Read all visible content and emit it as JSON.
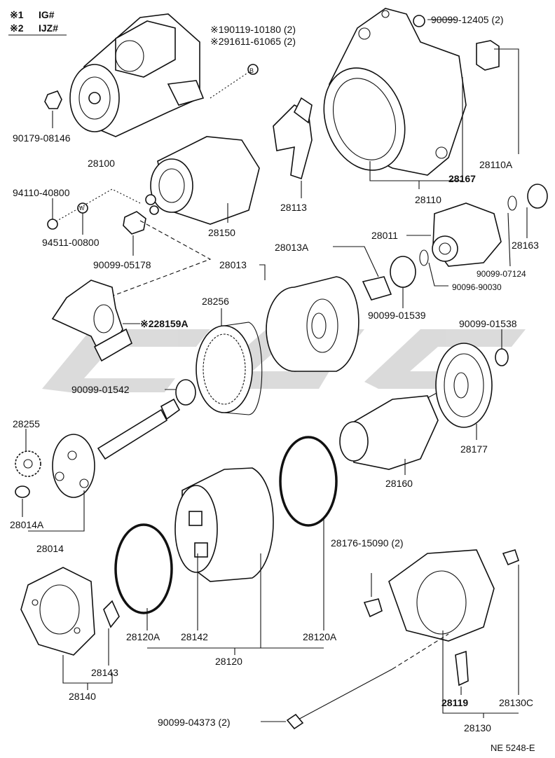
{
  "legend": {
    "l1_mark": "※1",
    "l1_text": "IG#",
    "l2_mark": "※2",
    "l2_text": "IJZ#"
  },
  "labels": {
    "p_190119": "※190119-10180 (2)",
    "p_291611": "※291611-61065 (2)",
    "ref_b": "B",
    "ref_w": "W",
    "p_90099_12405": "90099-12405 (2)",
    "p_90179_08146": "90179-08146",
    "p_28100": "28100",
    "p_28110A": "28110A",
    "p_28167": "28167",
    "p_28110": "28110",
    "p_94110_40800": "94110-40800",
    "p_28113": "28113",
    "p_28150": "28150",
    "p_94511_00800": "94511-00800",
    "p_90099_05178": "90099-05178",
    "p_28011": "28011",
    "p_28163": "28163",
    "p_28013A": "28013A",
    "p_28013": "28013",
    "p_90099_07124": "90099-07124",
    "p_90096_90030": "90096-90030",
    "p_28256": "28256",
    "p_228159A": "※228159A",
    "p_90099_01539": "90099-01539",
    "p_90099_01538": "90099-01538",
    "p_90099_01542": "90099-01542",
    "p_28255": "28255",
    "p_28177": "28177",
    "p_28160": "28160",
    "p_28014A": "28014A",
    "p_28014": "28014",
    "p_28176_15090": "28176-15090 (2)",
    "p_28120A_left": "28120A",
    "p_28142": "28142",
    "p_28120A_right": "28120A",
    "p_28120": "28120",
    "p_28143": "28143",
    "p_28140": "28140",
    "p_28119": "28119",
    "p_28130C": "28130C",
    "p_28130": "28130",
    "p_90099_04373": "90099-04373 (2)",
    "ref_code": "NE 5248-E"
  }
}
